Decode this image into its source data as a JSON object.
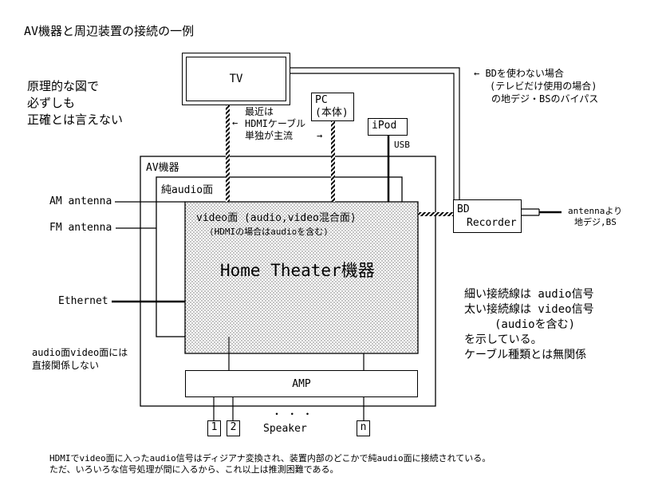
{
  "title": "AV機器と周辺装置の接続の一例",
  "disclaimer": [
    "原理的な図で",
    "必ずしも",
    "正確とは言えない"
  ],
  "tv": "TV",
  "pc": [
    "PC",
    "(本体)"
  ],
  "ipod": "iPod",
  "usb": "USB",
  "hdmi_note": [
    "最近は",
    "HDMIケーブル",
    "単独が主流"
  ],
  "arrow_left": "←",
  "arrow_right": "→",
  "bd_bypass": [
    "←  BDを使わない場合",
    "(テレビだけ使用の場合)",
    "の地デジ・BSのバイパス"
  ],
  "av_device": "AV機器",
  "pure_audio": "純audio面",
  "video_plane": "video面 (audio,video混合面)",
  "video_plane_note": "(HDMIの場合はaudioを含む)",
  "home_theater": "Home Theater機器",
  "am_antenna": "AM antenna",
  "fm_antenna": "FM antenna",
  "ethernet": "Ethernet",
  "audio_video_note": [
    "audio面video面には",
    "直接関係しない"
  ],
  "bd_recorder": [
    "BD",
    "Recorder"
  ],
  "antenna_source": [
    "antennaより",
    "地デジ,BS"
  ],
  "legend": [
    "細い接続線は  audio信号",
    "太い接続線は  video信号",
    "(audioを含む)",
    "を示している。",
    "ケーブル種類とは無関係"
  ],
  "amp": "AMP",
  "speaker_dots": "・ ・ ・",
  "speaker": "Speaker",
  "speakers": [
    "1",
    "2",
    "n"
  ],
  "footer": [
    "HDMIでvideo面に入ったaudio信号はディジアナ変換され、装置内部のどこかで純audio面に接続されている。",
    "ただ、いろいろな信号処理が間に入るから、これ以上は推測困難である。"
  ]
}
